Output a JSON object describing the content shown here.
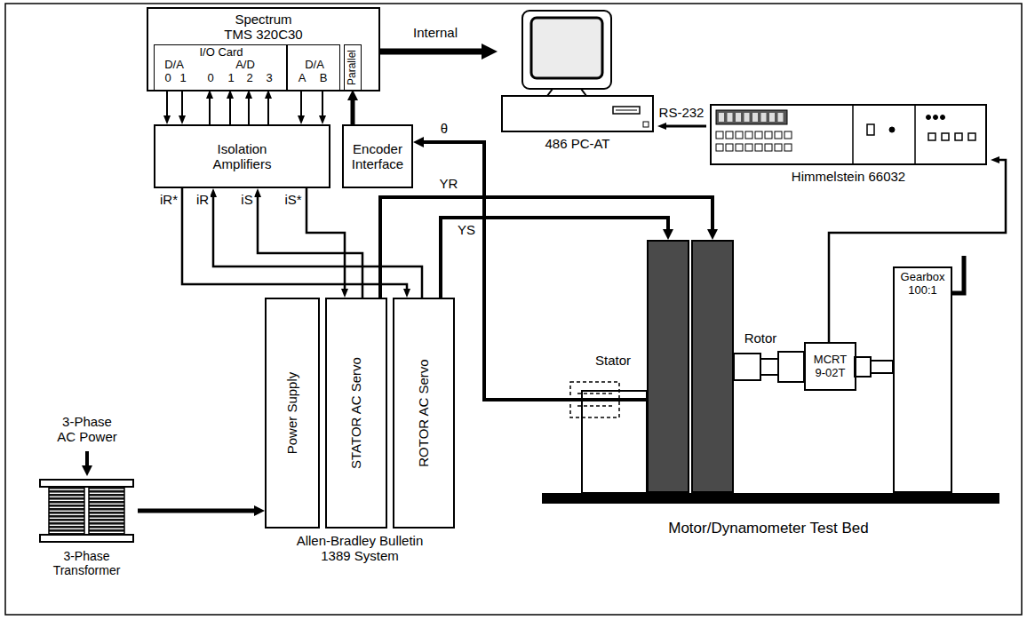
{
  "diagram": {
    "nodes": [
      {
        "text": [
          "Spectrum TMS 320C30"
        ]
      },
      {
        "text": [
          "I/O Card",
          "D/A",
          "0",
          "1",
          "A/D",
          "0",
          "1",
          "2",
          "3"
        ],
        "in": 0
      },
      {
        "text": [
          "D/A",
          "A",
          "B"
        ],
        "in": 0
      },
      {
        "text": [
          "Parallel"
        ],
        "in": 0
      },
      {
        "text": [
          "486 PC-AT"
        ]
      },
      {
        "text": [
          "Himmelstein 66032"
        ]
      },
      {
        "text": [
          "Isolation Amplifiers"
        ]
      },
      {
        "text": [
          "Encoder Interface"
        ]
      },
      {
        "text": [
          "3-Phase Transformer"
        ]
      },
      {
        "text": [
          "Power Supply"
        ]
      },
      {
        "text": [
          "STATOR AC Servo"
        ]
      },
      {
        "text": [
          "ROTOR AC Servo"
        ]
      },
      {
        "text": [
          "Stator"
        ]
      },
      {
        "text": [
          "Rotor"
        ]
      },
      {
        "text": [
          "MCRT 9-02T"
        ]
      },
      {
        "text": [
          "Gearbox 100:1"
        ]
      }
    ],
    "edges": [
      {
        "from": 0,
        "to": 4,
        "arrow": "to",
        "label": "Internal"
      },
      {
        "from": 5,
        "to": 4,
        "arrow": "to",
        "label": "RS-232"
      },
      {
        "from": 14,
        "to": 5,
        "arrow": "to"
      },
      {
        "from": 1,
        "to": 6,
        "arrow": "to"
      },
      {
        "from": 1,
        "to": 6,
        "arrow": "to"
      },
      {
        "from": 6,
        "to": 1,
        "arrow": "to"
      },
      {
        "from": 6,
        "to": 1,
        "arrow": "to"
      },
      {
        "from": 6,
        "to": 1,
        "arrow": "to"
      },
      {
        "from": 6,
        "to": 1,
        "arrow": "to"
      },
      {
        "from": 2,
        "to": 6,
        "arrow": "to"
      },
      {
        "from": 2,
        "to": 6,
        "arrow": "to"
      },
      {
        "from": 7,
        "to": 3,
        "arrow": "to"
      },
      {
        "from": 12,
        "to": 7,
        "arrow": "to",
        "label": "θ"
      },
      {
        "from": 10,
        "to": 13,
        "arrow": "to",
        "label": "YR"
      },
      {
        "from": 11,
        "to": 12,
        "arrow": "to",
        "label": "YS"
      },
      {
        "from": 6,
        "to": 11,
        "arrow": "to",
        "label": "iR*"
      },
      {
        "from": 11,
        "to": 6,
        "arrow": "to",
        "label": "iR"
      },
      {
        "from": 10,
        "to": 6,
        "arrow": "to",
        "label": "iS"
      },
      {
        "from": 6,
        "to": 10,
        "arrow": "to",
        "label": "iS*"
      },
      {
        "from": 8,
        "to": 9,
        "arrow": "to"
      }
    ],
    "labels": [
      "3-Phase AC Power",
      "Allen-Bradley Bulletin 1389 System",
      "Motor/Dynamometer Test Bed"
    ]
  }
}
